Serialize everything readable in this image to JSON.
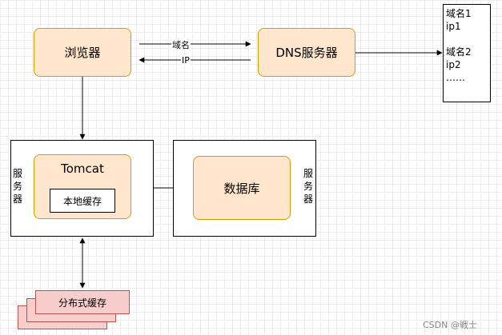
{
  "nodes": {
    "browser": "浏览器",
    "dns": "DNS服务器",
    "tomcat": "Tomcat",
    "local_cache": "本地缓存",
    "database": "数据库",
    "server_left": "服\n务\n器",
    "server_right": "服\n务\n器",
    "distributed_cache": "分布式缓存"
  },
  "dns_table": {
    "lines": [
      "域名1",
      "ip1",
      "",
      "域名2",
      "ip2",
      "……"
    ]
  },
  "edges": {
    "browser_to_dns": "域名",
    "dns_to_browser": "IP"
  },
  "watermark": "CSDN @戦士"
}
